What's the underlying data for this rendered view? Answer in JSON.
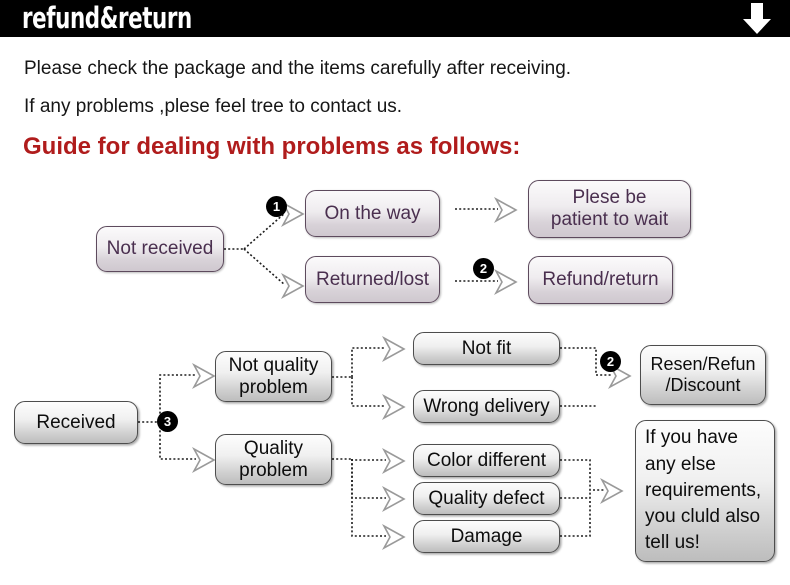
{
  "header": {
    "title": "refund&return",
    "arrow_icon": "arrow-down-icon"
  },
  "intro": {
    "line1": "Please check the package and the items carefully after receiving.",
    "line2": "If any problems ,plese feel tree to contact us.",
    "heading": "Guide for dealing with problems as follows:"
  },
  "colors": {
    "banner_bg": "#000000",
    "heading_red": "#b01c1c",
    "purple_text": "#4a2f4f",
    "node_text": "#0d0d0d",
    "badge_bg": "#000000"
  },
  "flow_not_received": {
    "badges": [
      "1",
      "2"
    ],
    "nodes": [
      {
        "id": "not-received",
        "label": "Not received"
      },
      {
        "id": "on-the-way",
        "label": "On the way"
      },
      {
        "id": "returned-lost",
        "label": "Returned/lost"
      },
      {
        "id": "please-be-patient",
        "label": "Plese be\npatient to wait"
      },
      {
        "id": "refund-return",
        "label": "Refund/return"
      }
    ]
  },
  "flow_received": {
    "badges": [
      "3",
      "2"
    ],
    "nodes": [
      {
        "id": "received",
        "label": "Received"
      },
      {
        "id": "not-quality-problem",
        "label": "Not quality\nproblem"
      },
      {
        "id": "quality-problem",
        "label": "Quality\nproblem"
      },
      {
        "id": "not-fit",
        "label": "Not fit"
      },
      {
        "id": "wrong-delivery",
        "label": "Wrong delivery"
      },
      {
        "id": "color-different",
        "label": "Color different"
      },
      {
        "id": "quality-defect",
        "label": "Quality defect"
      },
      {
        "id": "damage",
        "label": "Damage"
      },
      {
        "id": "resend-refund-discount",
        "label": "Resen/Refun\n/Discount"
      },
      {
        "id": "contact-note",
        "label": "If you have\nany else\nrequirements,\nyou cluld also\ntell us!"
      }
    ]
  }
}
